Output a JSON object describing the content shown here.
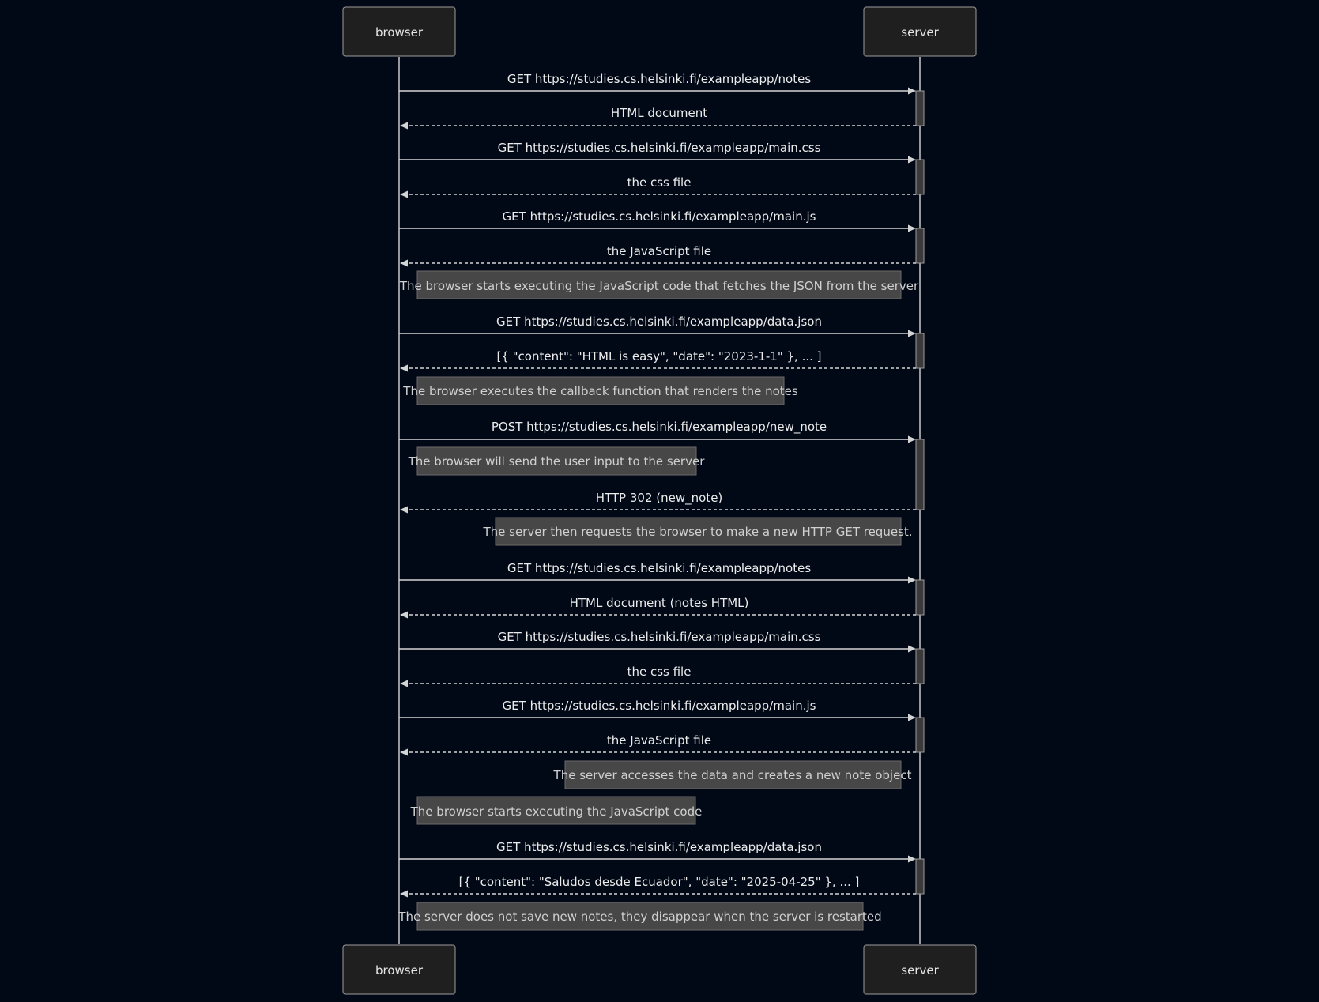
{
  "actors": {
    "browser": "browser",
    "server": "server"
  },
  "steps": [
    {
      "kind": "msg",
      "dir": "req",
      "text": "GET https://studies.cs.helsinki.fi/exampleapp/notes"
    },
    {
      "kind": "msg",
      "dir": "res",
      "text": "HTML document"
    },
    {
      "kind": "msg",
      "dir": "req",
      "text": "GET https://studies.cs.helsinki.fi/exampleapp/main.css"
    },
    {
      "kind": "msg",
      "dir": "res",
      "text": "the css file"
    },
    {
      "kind": "msg",
      "dir": "req",
      "text": "GET https://studies.cs.helsinki.fi/exampleapp/main.js"
    },
    {
      "kind": "msg",
      "dir": "res",
      "text": "the JavaScript file"
    },
    {
      "kind": "note",
      "text": "The browser starts executing the JavaScript code that fetches the JSON from the server"
    },
    {
      "kind": "msg",
      "dir": "req",
      "text": "GET https://studies.cs.helsinki.fi/exampleapp/data.json"
    },
    {
      "kind": "msg",
      "dir": "res",
      "text": "[{ \"content\": \"HTML is easy\", \"date\": \"2023-1-1\" }, ... ]"
    },
    {
      "kind": "note",
      "text": "The browser executes the callback function that renders the notes"
    },
    {
      "kind": "msg",
      "dir": "req",
      "text": "POST https://studies.cs.helsinki.fi/exampleapp/new_note"
    },
    {
      "kind": "note",
      "text": "The browser will send the user input to the server"
    },
    {
      "kind": "msg",
      "dir": "res",
      "text": "HTTP 302 (new_note)"
    },
    {
      "kind": "note",
      "text": "The server then requests the browser to make a new HTTP GET request."
    },
    {
      "kind": "msg",
      "dir": "req",
      "text": "GET https://studies.cs.helsinki.fi/exampleapp/notes"
    },
    {
      "kind": "msg",
      "dir": "res",
      "text": "HTML document (notes HTML)"
    },
    {
      "kind": "msg",
      "dir": "req",
      "text": "GET https://studies.cs.helsinki.fi/exampleapp/main.css"
    },
    {
      "kind": "msg",
      "dir": "res",
      "text": "the css file"
    },
    {
      "kind": "msg",
      "dir": "req",
      "text": "GET https://studies.cs.helsinki.fi/exampleapp/main.js"
    },
    {
      "kind": "msg",
      "dir": "res",
      "text": "the JavaScript file"
    },
    {
      "kind": "note",
      "text": "The server accesses the data and creates a new note object"
    },
    {
      "kind": "note",
      "text": "The browser starts executing the JavaScript code"
    },
    {
      "kind": "msg",
      "dir": "req",
      "text": "GET https://studies.cs.helsinki.fi/exampleapp/data.json"
    },
    {
      "kind": "msg",
      "dir": "res",
      "text": "[{ \"content\": \"Saludos desde Ecuador\", \"date\": \"2025-04-25\" }, ... ]"
    },
    {
      "kind": "note",
      "text": "The server does not save new notes, they disappear when the server is restarted"
    }
  ]
}
